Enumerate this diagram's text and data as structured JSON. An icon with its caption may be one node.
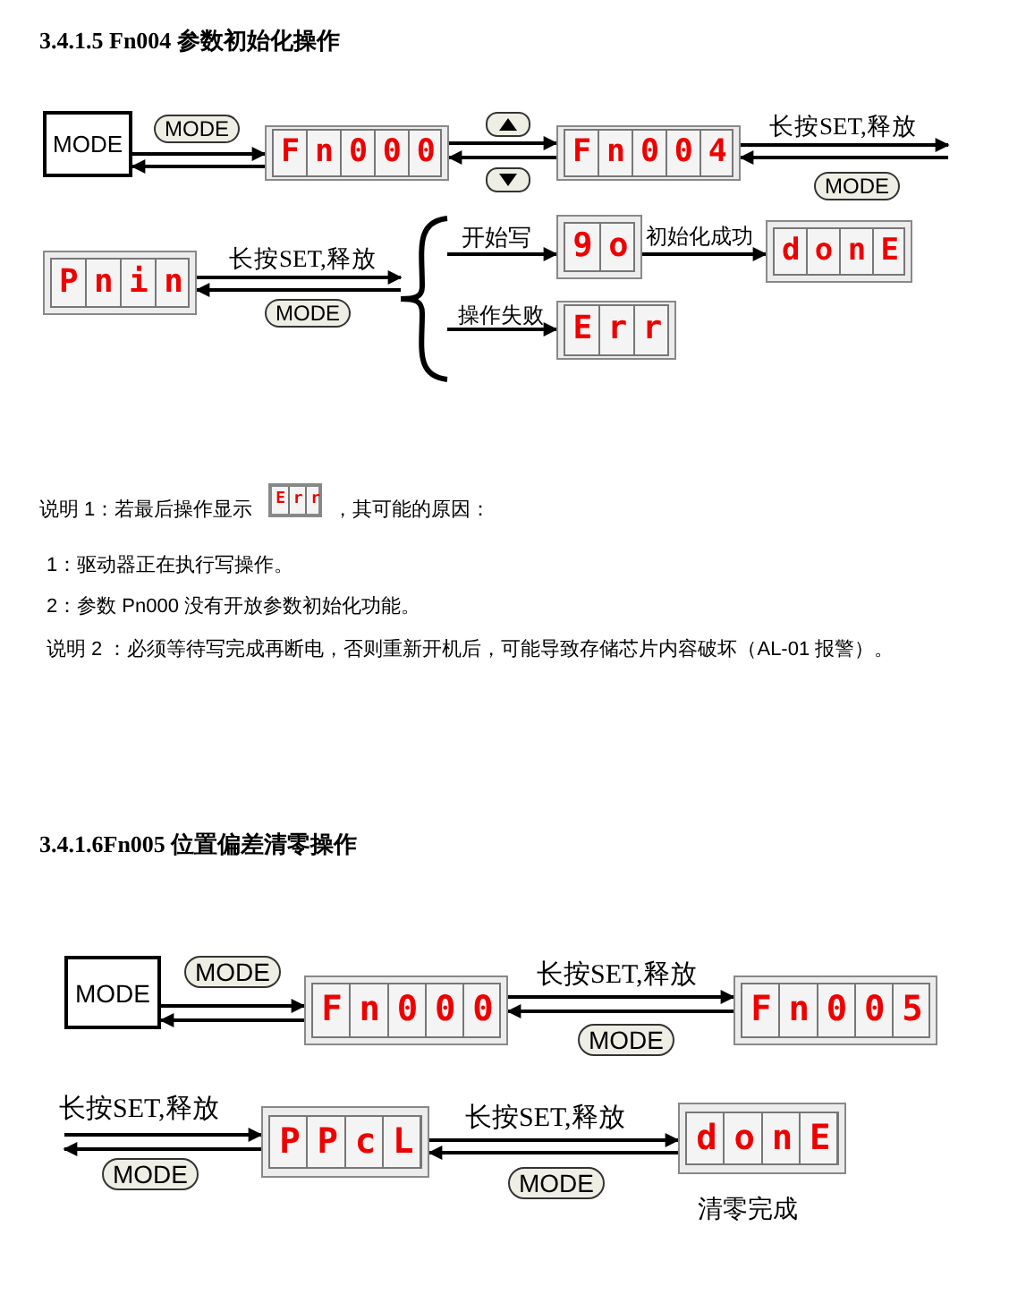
{
  "diagram": {
    "nodes": [
      {
        "text": [
          "MODE"
        ]
      },
      {
        "text": [
          "Fn000"
        ]
      },
      {
        "text": [
          "Fn004"
        ]
      },
      {
        "text": [
          "Pnin"
        ]
      },
      {
        "text": [],
        "shape": "brace"
      },
      {
        "text": [
          "9o"
        ]
      },
      {
        "text": [
          "donE"
        ]
      },
      {
        "text": [
          "Err"
        ]
      },
      {
        "text": [
          "MODE"
        ]
      },
      {
        "text": [
          "Fn000"
        ]
      },
      {
        "text": [
          "Fn005"
        ]
      },
      {
        "text": [
          "PPcL"
        ]
      },
      {
        "text": [
          "donE"
        ],
        "beside": [
          "清零完成"
        ]
      }
    ],
    "edges": [
      {
        "from": 0,
        "to": 1,
        "arrow": "to",
        "label": "MODE"
      },
      {
        "from": 1,
        "to": 0,
        "arrow": "to"
      },
      {
        "from": 1,
        "to": 2,
        "arrow": "to"
      },
      {
        "from": 2,
        "to": 1,
        "arrow": "to"
      },
      {
        "from": 2,
        "to": null,
        "arrow": "to",
        "label": "长按SET,释放"
      },
      {
        "from": null,
        "to": 2,
        "arrow": "to",
        "label": "MODE"
      },
      {
        "from": 3,
        "to": 4,
        "arrow": "to",
        "label": "长按SET,释放"
      },
      {
        "from": 4,
        "to": 3,
        "arrow": "to",
        "label": "MODE"
      },
      {
        "from": 4,
        "to": 5,
        "arrow": "to",
        "label": "开始写"
      },
      {
        "from": 5,
        "to": 6,
        "arrow": "to",
        "label": "初始化成功"
      },
      {
        "from": 4,
        "to": 7,
        "arrow": "to",
        "label": "操作失败"
      },
      {
        "from": 8,
        "to": 9,
        "arrow": "to",
        "label": "MODE"
      },
      {
        "from": 9,
        "to": 8,
        "arrow": "to"
      },
      {
        "from": 9,
        "to": 10,
        "arrow": "to",
        "label": "长按SET,释放"
      },
      {
        "from": 10,
        "to": 9,
        "arrow": "to",
        "label": "MODE"
      },
      {
        "from": null,
        "to": 11,
        "arrow": "to",
        "label": "长按SET,释放"
      },
      {
        "from": 11,
        "to": null,
        "arrow": "to",
        "label": "MODE"
      },
      {
        "from": 11,
        "to": 12,
        "arrow": "to",
        "label": "长按SET,释放"
      },
      {
        "from": 12,
        "to": 11,
        "arrow": "to",
        "label": "MODE"
      }
    ],
    "labels": [
      "3.4.1.5 Fn004 参数初始化操作",
      "说明 1：若最后操作显示",
      "Err",
      "，其可能的原因：",
      "1：驱动器正在执行写操作。",
      "2：参数 Pn000 没有开放参数初始化功能。",
      "说明 2 ：必须等待写完成再断电，否则重新开机后，可能导致存储芯片内容破坏（AL-01 报警）。",
      "3.4.1.6Fn005 位置偏差清零操作"
    ]
  }
}
